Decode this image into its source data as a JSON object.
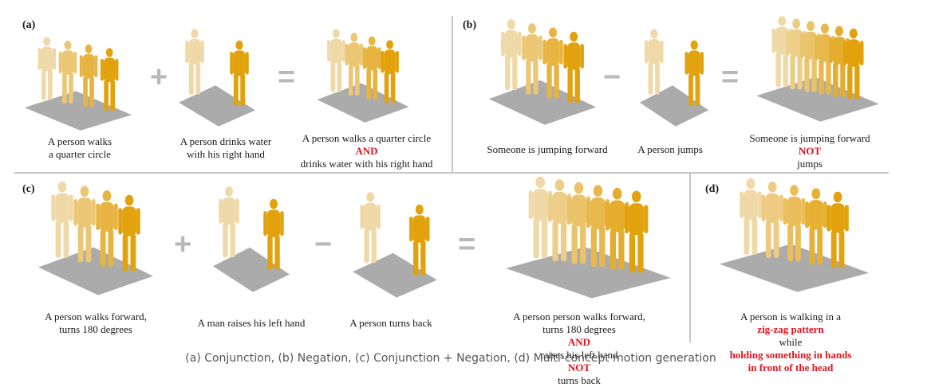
{
  "panels": {
    "a": {
      "label": "(a)",
      "op1": "+",
      "op2": "=",
      "cap1": [
        "A person walks",
        "a quarter circle"
      ],
      "cap2": [
        "A person drinks water",
        "with his right hand"
      ],
      "cap3_line1": "A person walks a quarter circle",
      "cap3_kw": "AND",
      "cap3_line3": "drinks water with his right hand"
    },
    "b": {
      "label": "(b)",
      "op1": "−",
      "op2": "=",
      "cap1": "Someone is jumping forward",
      "cap2": "A person jumps",
      "cap3_line1": "Someone is jumping forward",
      "cap3_kw": "NOT",
      "cap3_line3": "jumps"
    },
    "c": {
      "label": "(c)",
      "op1": "+",
      "op2": "−",
      "op3": "=",
      "cap1": [
        "A person walks forward,",
        "turns 180 degrees"
      ],
      "cap2": "A man raises his left hand",
      "cap3": "A person turns back",
      "cap4_line1": "A person person walks forward,",
      "cap4_line2_a": "turns 180 degrees ",
      "cap4_line2_kw": "AND",
      "cap4_line2_b": " raises his left hand",
      "cap4_line3_kw": "NOT",
      "cap4_line3_b": " turns back"
    },
    "d": {
      "label": "(d)",
      "line1_a": "A person is walking in a ",
      "line1_kw": "zig-zag pattern",
      "line2_a": "while ",
      "line2_kw": "holding something in hands",
      "line3_kw": "in front of the head"
    }
  },
  "figure_caption": "(a) Conjunction, (b) Negation, (c) Conjunction + Negation, (d) Multi-concept motion generation",
  "colors": {
    "figure_dark": "#e2a20e",
    "figure_light": "#f0d9a8",
    "floor": "#9c9c9c",
    "keyword": "#e0141e",
    "operator": "#b9b9b9",
    "divider": "#c6c6c6"
  }
}
